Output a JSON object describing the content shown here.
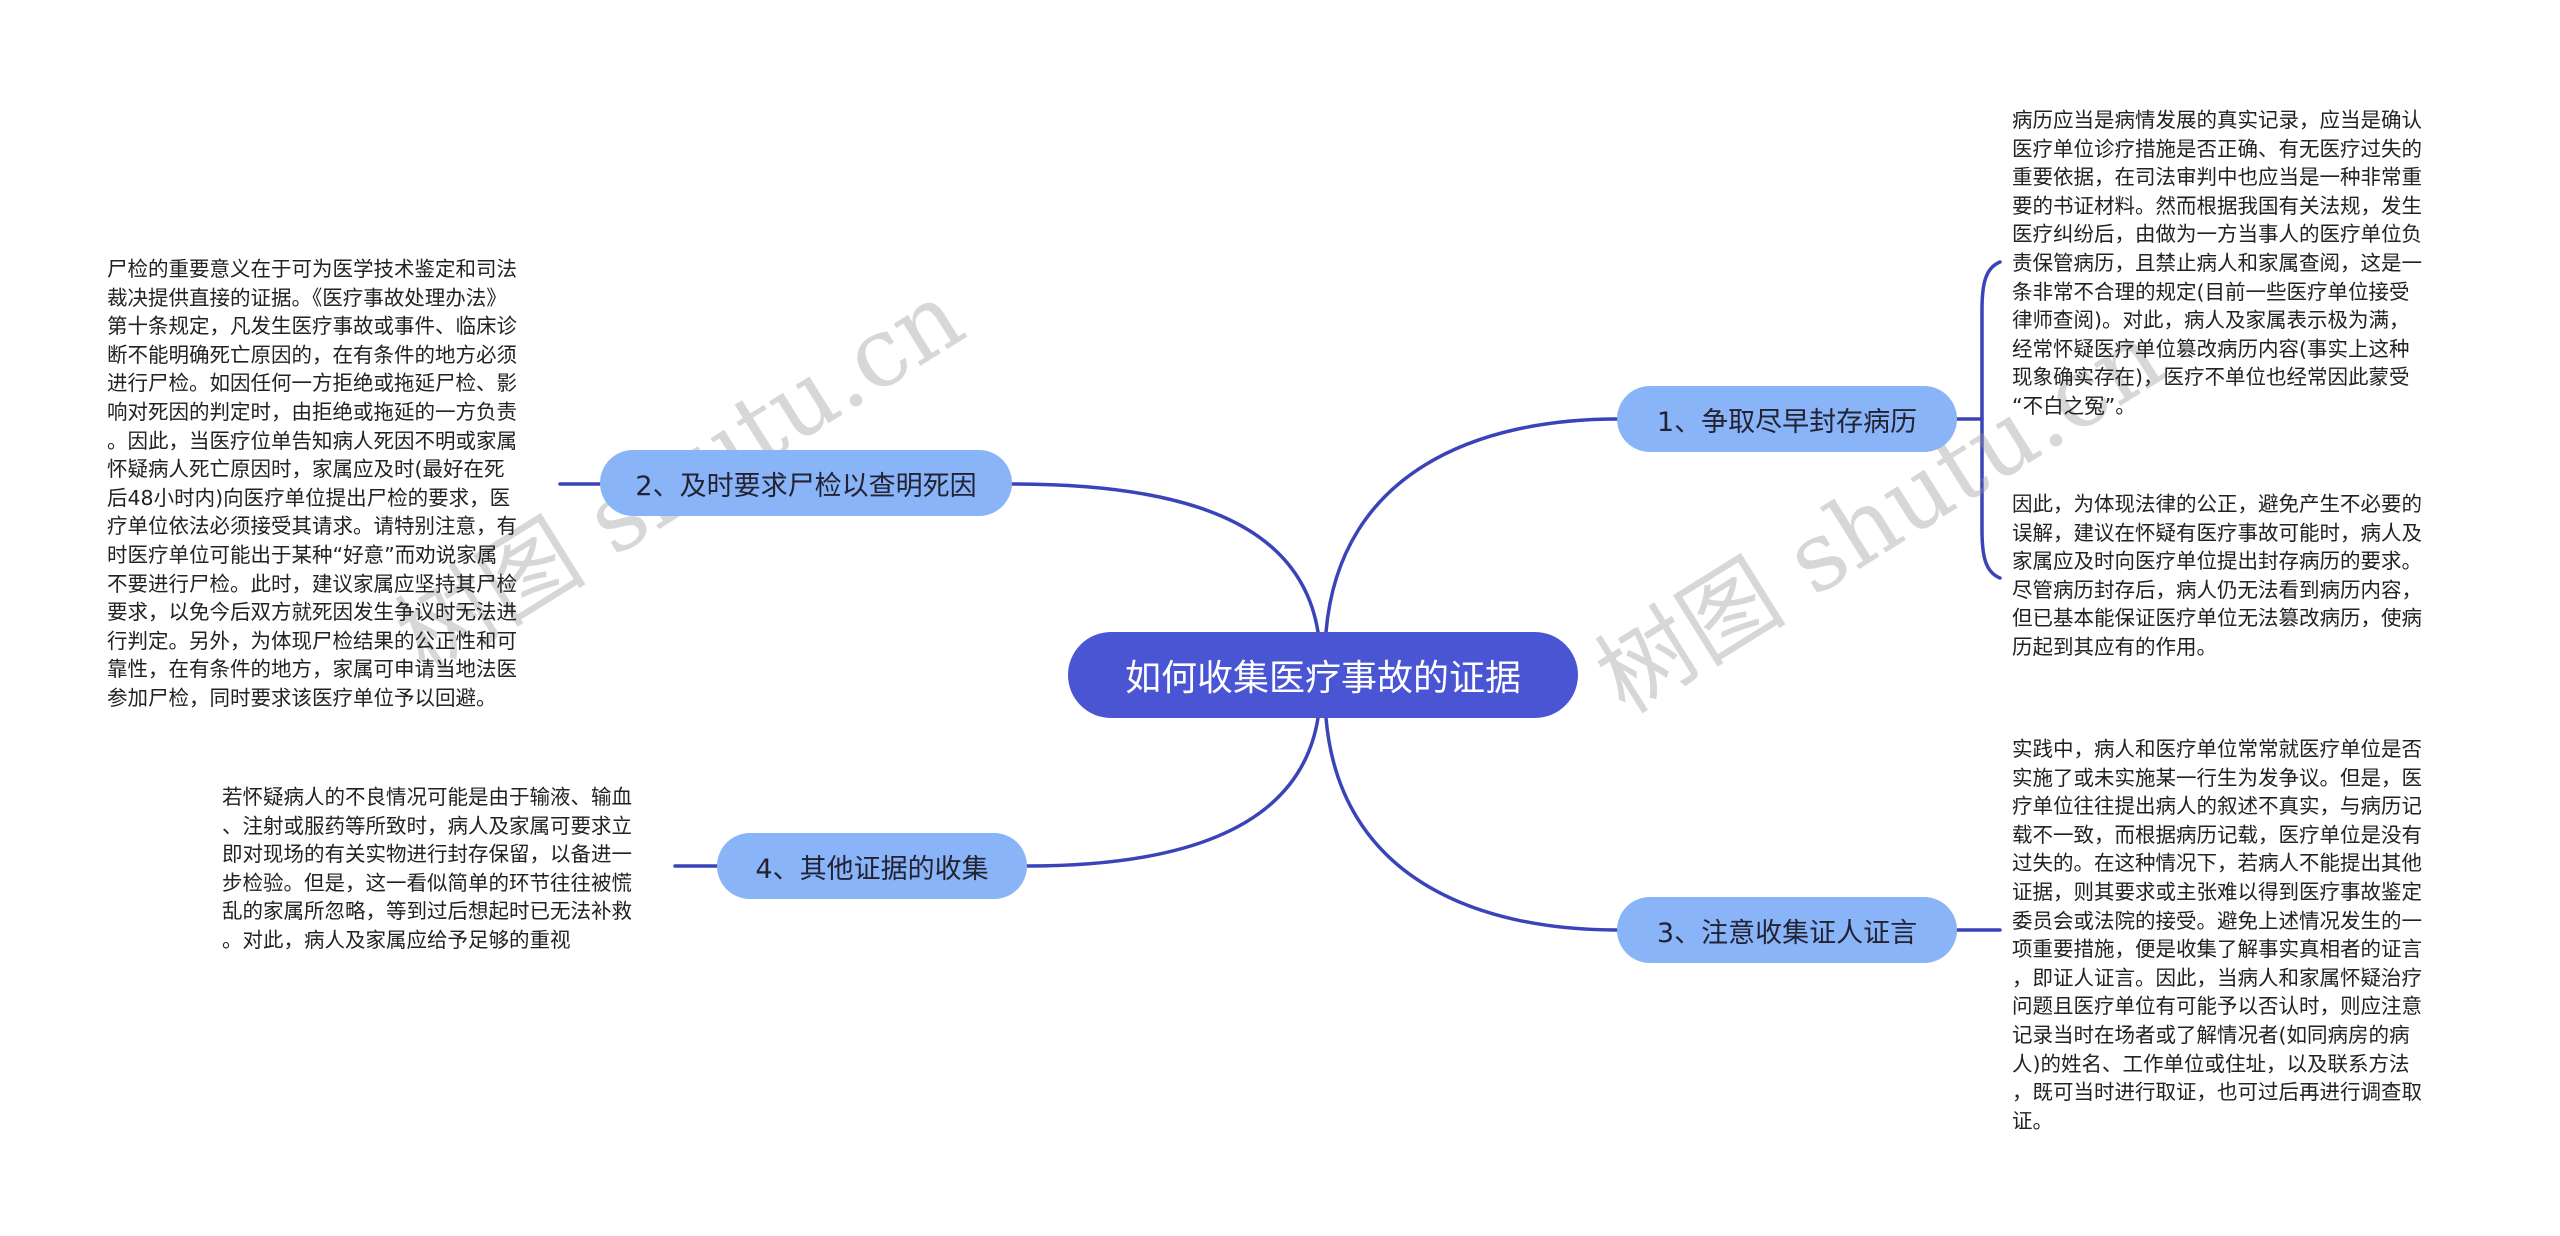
{
  "mindmap": {
    "root": {
      "label": "如何收集医疗事故的证据"
    },
    "branches": [
      {
        "label": "1、争取尽早封存病历",
        "leaves": [
          "病历应当是病情发展的真实记录，应当是确认\n医疗单位诊疗措施是否正确、有无医疗过失的\n重要依据，在司法审判中也应当是一种非常重\n要的书证材料。然而根据我国有关法规，发生\n医疗纠纷后，由做为一方当事人的医疗单位负\n责保管病历，且禁止病人和家属查阅，这是一\n条非常不合理的规定(目前一些医疗单位接受\n律师查阅)。对此，病人及家属表示极为满，\n经常怀疑医疗单位篡改病历内容(事实上这种\n现象确实存在)，医疗不单位也经常因此蒙受\n “不白之冤”。",
          "因此，为体现法律的公正，避免产生不必要的\n误解，建议在怀疑有医疗事故可能时，病人及\n家属应及时向医疗单位提出封存病历的要求。\n尽管病历封存后，病人仍无法看到病历内容，\n但已基本能保证医疗单位无法篡改病历，使病\n历起到其应有的作用。"
        ]
      },
      {
        "label": "2、及时要求尸检以查明死因",
        "leaves": [
          "尸检的重要意义在于可为医学技术鉴定和司法\n裁决提供直接的证据。《医疗事故处理办法》\n第十条规定，凡发生医疗事故或事件、临床诊\n断不能明确死亡原因的，在有条件的地方必须\n进行尸检。如因任何一方拒绝或拖延尸检、影\n响对死因的判定时，由拒绝或拖延的一方负责\n。因此，当医疗位单告知病人死因不明或家属\n怀疑病人死亡原因时，家属应及时(最好在死\n后48小时内)向医疗单位提出尸检的要求，医\n疗单位依法必须接受其请求。请特别注意，有\n时医疗单位可能出于某种“好意”而劝说家属\n不要进行尸检。此时，建议家属应坚持其尸检\n要求，以免今后双方就死因发生争议时无法进\n行判定。另外，为体现尸检结果的公正性和可\n靠性，在有条件的地方，家属可申请当地法医\n参加尸检，同时要求该医疗单位予以回避。"
        ]
      },
      {
        "label": "3、注意收集证人证言",
        "leaves": [
          "实践中，病人和医疗单位常常就医疗单位是否\n实施了或未实施某一行生为发争议。但是，医\n疗单位往往提出病人的叙述不真实，与病历记\n载不一致，而根据病历记载，医疗单位是没有\n过失的。在这种情况下，若病人不能提出其他\n证据，则其要求或主张难以得到医疗事故鉴定\n委员会或法院的接受。避免上述情况发生的一\n项重要措施，便是收集了解事实真相者的证言\n，即证人证言。因此，当病人和家属怀疑治疗\n问题且医疗单位有可能予以否认时，则应注意\n记录当时在场者或了解情况者(如同病房的病\n人)的姓名、工作单位或住址，以及联系方法\n，既可当时进行取证，也可过后再进行调查取\n证。"
        ]
      },
      {
        "label": "4、其他证据的收集",
        "leaves": [
          "若怀疑病人的不良情况可能是由于输液、输血\n、注射或服药等所致时，病人及家属可要求立\n即对现场的有关实物进行封存保留，以备进一\n步检验。但是，这一看似简单的环节往往被慌\n乱的家属所忽略，等到过后想起时已无法补救\n。对此，病人及家属应给予足够的重视"
        ]
      }
    ]
  },
  "watermark": {
    "text": "树图 shutu.cn"
  },
  "colors": {
    "root_fill": "#4A55D4",
    "branch_fill": "#8AB4F8",
    "link_stroke": "#3A44B8",
    "root_text": "#FFFFFF",
    "branch_text": "#222233",
    "leaf_text": "#222222"
  }
}
